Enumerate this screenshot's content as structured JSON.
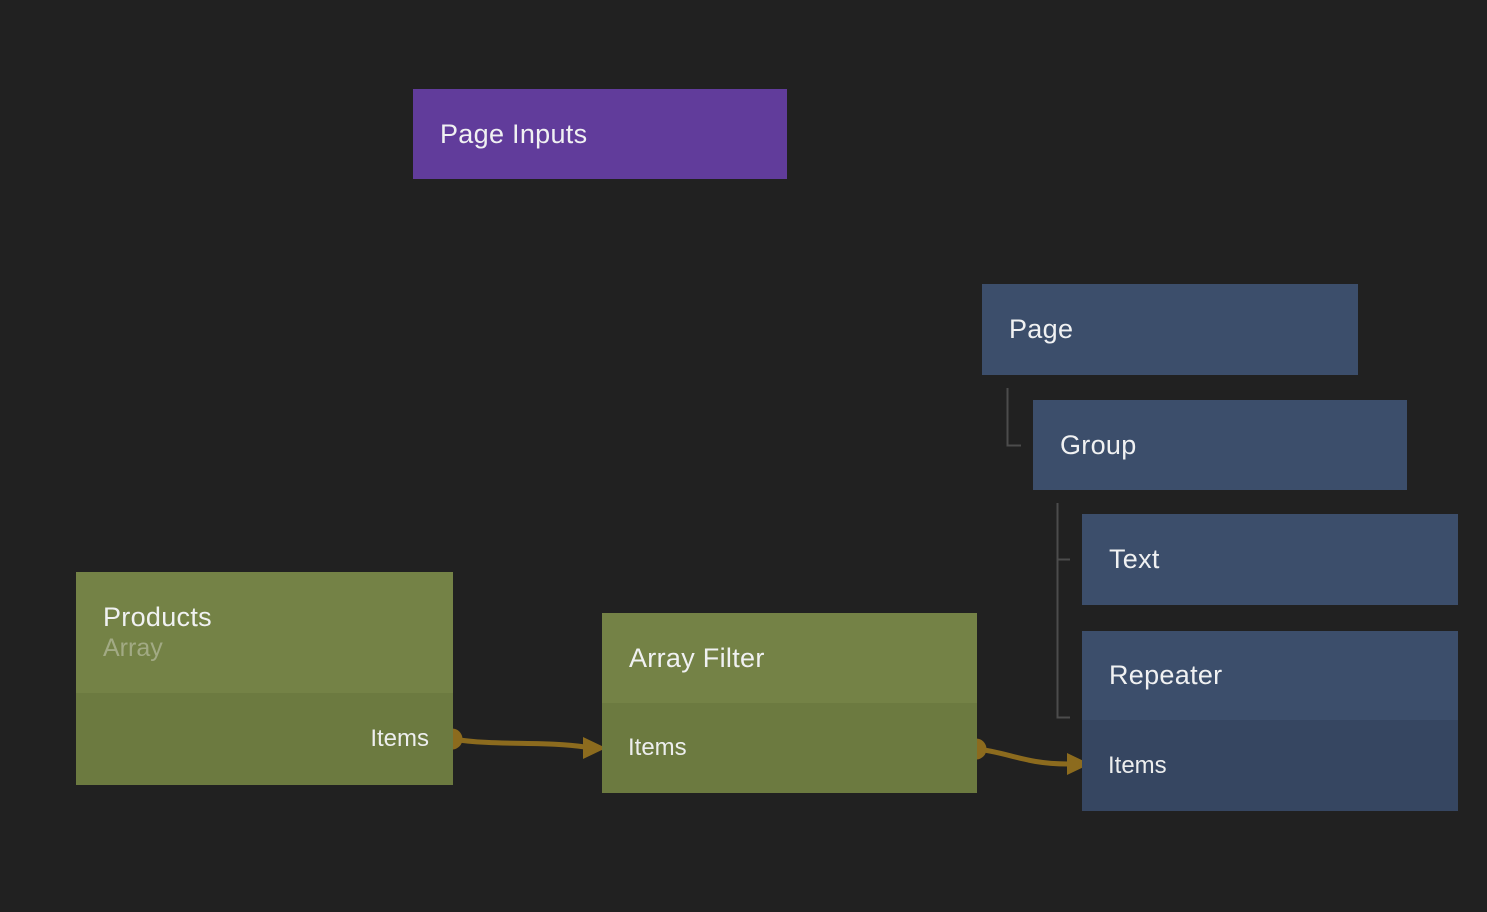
{
  "canvas": {
    "background_color": "#212121",
    "colors": {
      "component_node": "#613C9B",
      "visual_node_header": "#3C4E6B",
      "visual_node_port_row": "#364661",
      "data_node_header": "#748246",
      "data_node_port_row": "#6C7A40",
      "wire": "#8C6B1E",
      "hierarchy_line": "#4C4C4C",
      "title_text": "#F0F1F2",
      "subtitle_text": "#A2AA84"
    }
  },
  "nodes": {
    "page_inputs": {
      "label": "Page Inputs"
    },
    "page": {
      "label": "Page"
    },
    "group": {
      "label": "Group"
    },
    "text": {
      "label": "Text"
    },
    "repeater": {
      "label": "Repeater",
      "input_port": "Items"
    },
    "products": {
      "label": "Products",
      "subtitle": "Array",
      "output_port": "Items"
    },
    "array_filter": {
      "label": "Array Filter",
      "input_port": "Items",
      "output_port": "Items"
    }
  },
  "edges": [
    {
      "from": "Products.Items",
      "to": "Array Filter.Items"
    },
    {
      "from": "Array Filter.Items",
      "to": "Repeater.Items"
    }
  ],
  "hierarchy": [
    {
      "parent": "Page",
      "child": "Group"
    },
    {
      "parent": "Group",
      "child": "Text"
    },
    {
      "parent": "Group",
      "child": "Repeater"
    }
  ]
}
